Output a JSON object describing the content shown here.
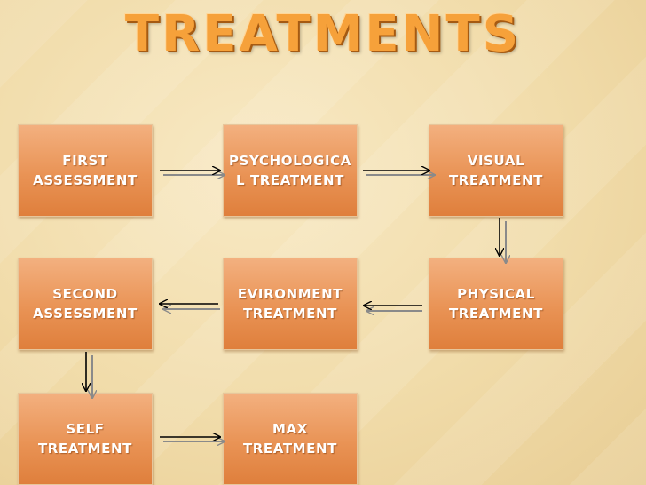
{
  "slide": {
    "title": "TREATMENTS"
  },
  "nodes": [
    {
      "id": "first",
      "label": "FIRST\nASSESSMENT"
    },
    {
      "id": "psych",
      "label": "PSYCHOLOGICA\nL TREATMENT"
    },
    {
      "id": "visual",
      "label": "VISUAL\nTREATMENT"
    },
    {
      "id": "second",
      "label": "SECOND\nASSESSMENT"
    },
    {
      "id": "env",
      "label": "EVIRONMENT\nTREATMENT"
    },
    {
      "id": "physical",
      "label": "PHYSICAL\nTREATMENT"
    },
    {
      "id": "self",
      "label": "SELF\nTREATMENT"
    },
    {
      "id": "max",
      "label": "MAX\nTREATMENT"
    }
  ],
  "colors": {
    "box_top": "#f3b07f",
    "box_bottom": "#df7f3c",
    "title": "#f6a13a",
    "arrow": "#000000",
    "arrow_shadow": "#8a8a8a"
  }
}
